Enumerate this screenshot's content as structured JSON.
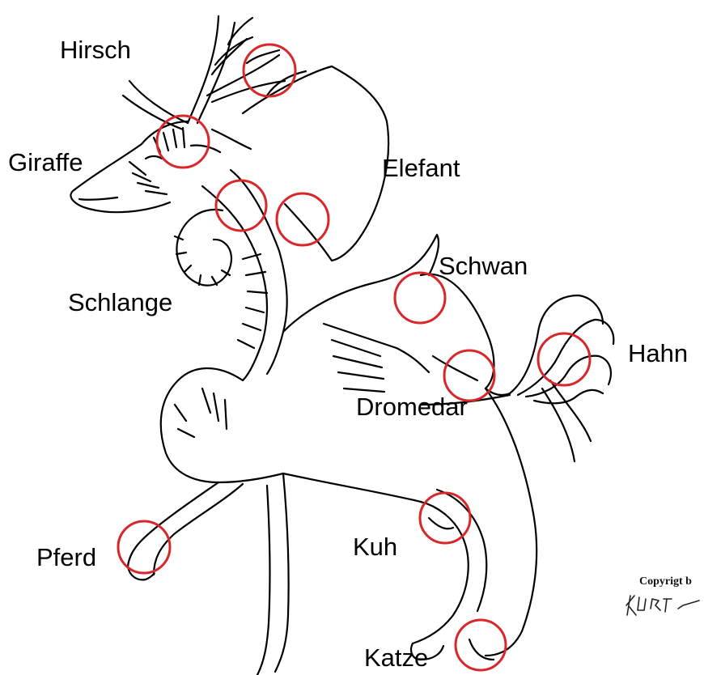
{
  "labels": {
    "hirsch": "Hirsch",
    "giraffe": "Giraffe",
    "elefant": "Elefant",
    "schwan": "Schwan",
    "schlange": "Schlange",
    "hahn": "Hahn",
    "dromedar": "Dromedar",
    "pferd": "Pferd",
    "kuh": "Kuh",
    "katze": "Katze"
  },
  "copyright": {
    "text": "Copyrigt b",
    "signature": "KURT"
  },
  "colors": {
    "marker": "#d9262a",
    "ink": "#000000",
    "background": "#ffffff"
  }
}
